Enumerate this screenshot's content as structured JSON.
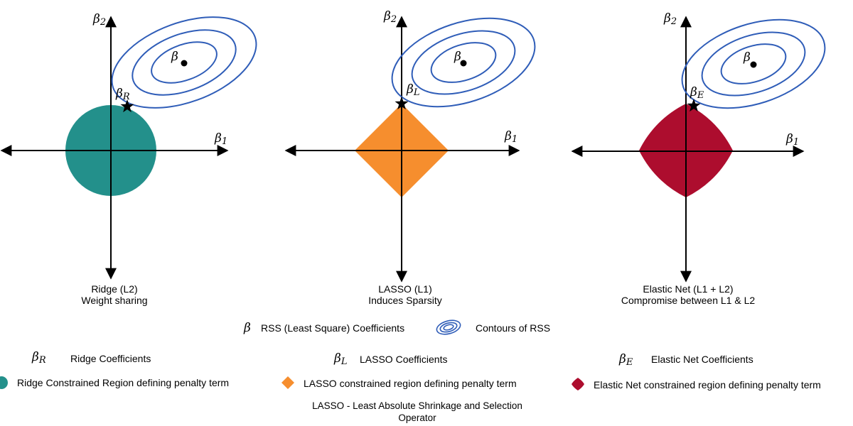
{
  "colors": {
    "ridge": "#23908b",
    "lasso": "#f68e2e",
    "elastic": "#ad0d2e",
    "contour": "#2f5db8",
    "axis": "#000000"
  },
  "symbols": {
    "beta": "β",
    "axis_x_sub": "1",
    "axis_y_sub": "2",
    "sub_ridge": "R",
    "sub_lasso": "L",
    "sub_elastic": "E"
  },
  "panels": [
    {
      "id": "ridge",
      "caption_line1": "Ridge (L2)",
      "caption_line2": "Weight sharing"
    },
    {
      "id": "lasso",
      "caption_line1": "LASSO (L1)",
      "caption_line2": "Induces Sparsity"
    },
    {
      "id": "elastic",
      "caption_line1": "Elastic Net (L1 + L2)",
      "caption_line2": "Compromise between L1 & L2"
    }
  ],
  "legend": {
    "rss_coefficients": "RSS (Least Square) Coefficients",
    "contours": "Contours of RSS",
    "ridge_coefficients": "Ridge Coefficients",
    "lasso_coefficients": "LASSO Coefficients",
    "elastic_coefficients": "Elastic Net Coefficients",
    "ridge_region": "Ridge Constrained Region defining penalty term",
    "lasso_region": "LASSO constrained region defining penalty term",
    "elastic_region": "Elastic Net constrained region defining penalty term"
  },
  "footnote": {
    "line1": "LASSO - Least Absolute Shrinkage and Selection",
    "line2": "Operator"
  }
}
